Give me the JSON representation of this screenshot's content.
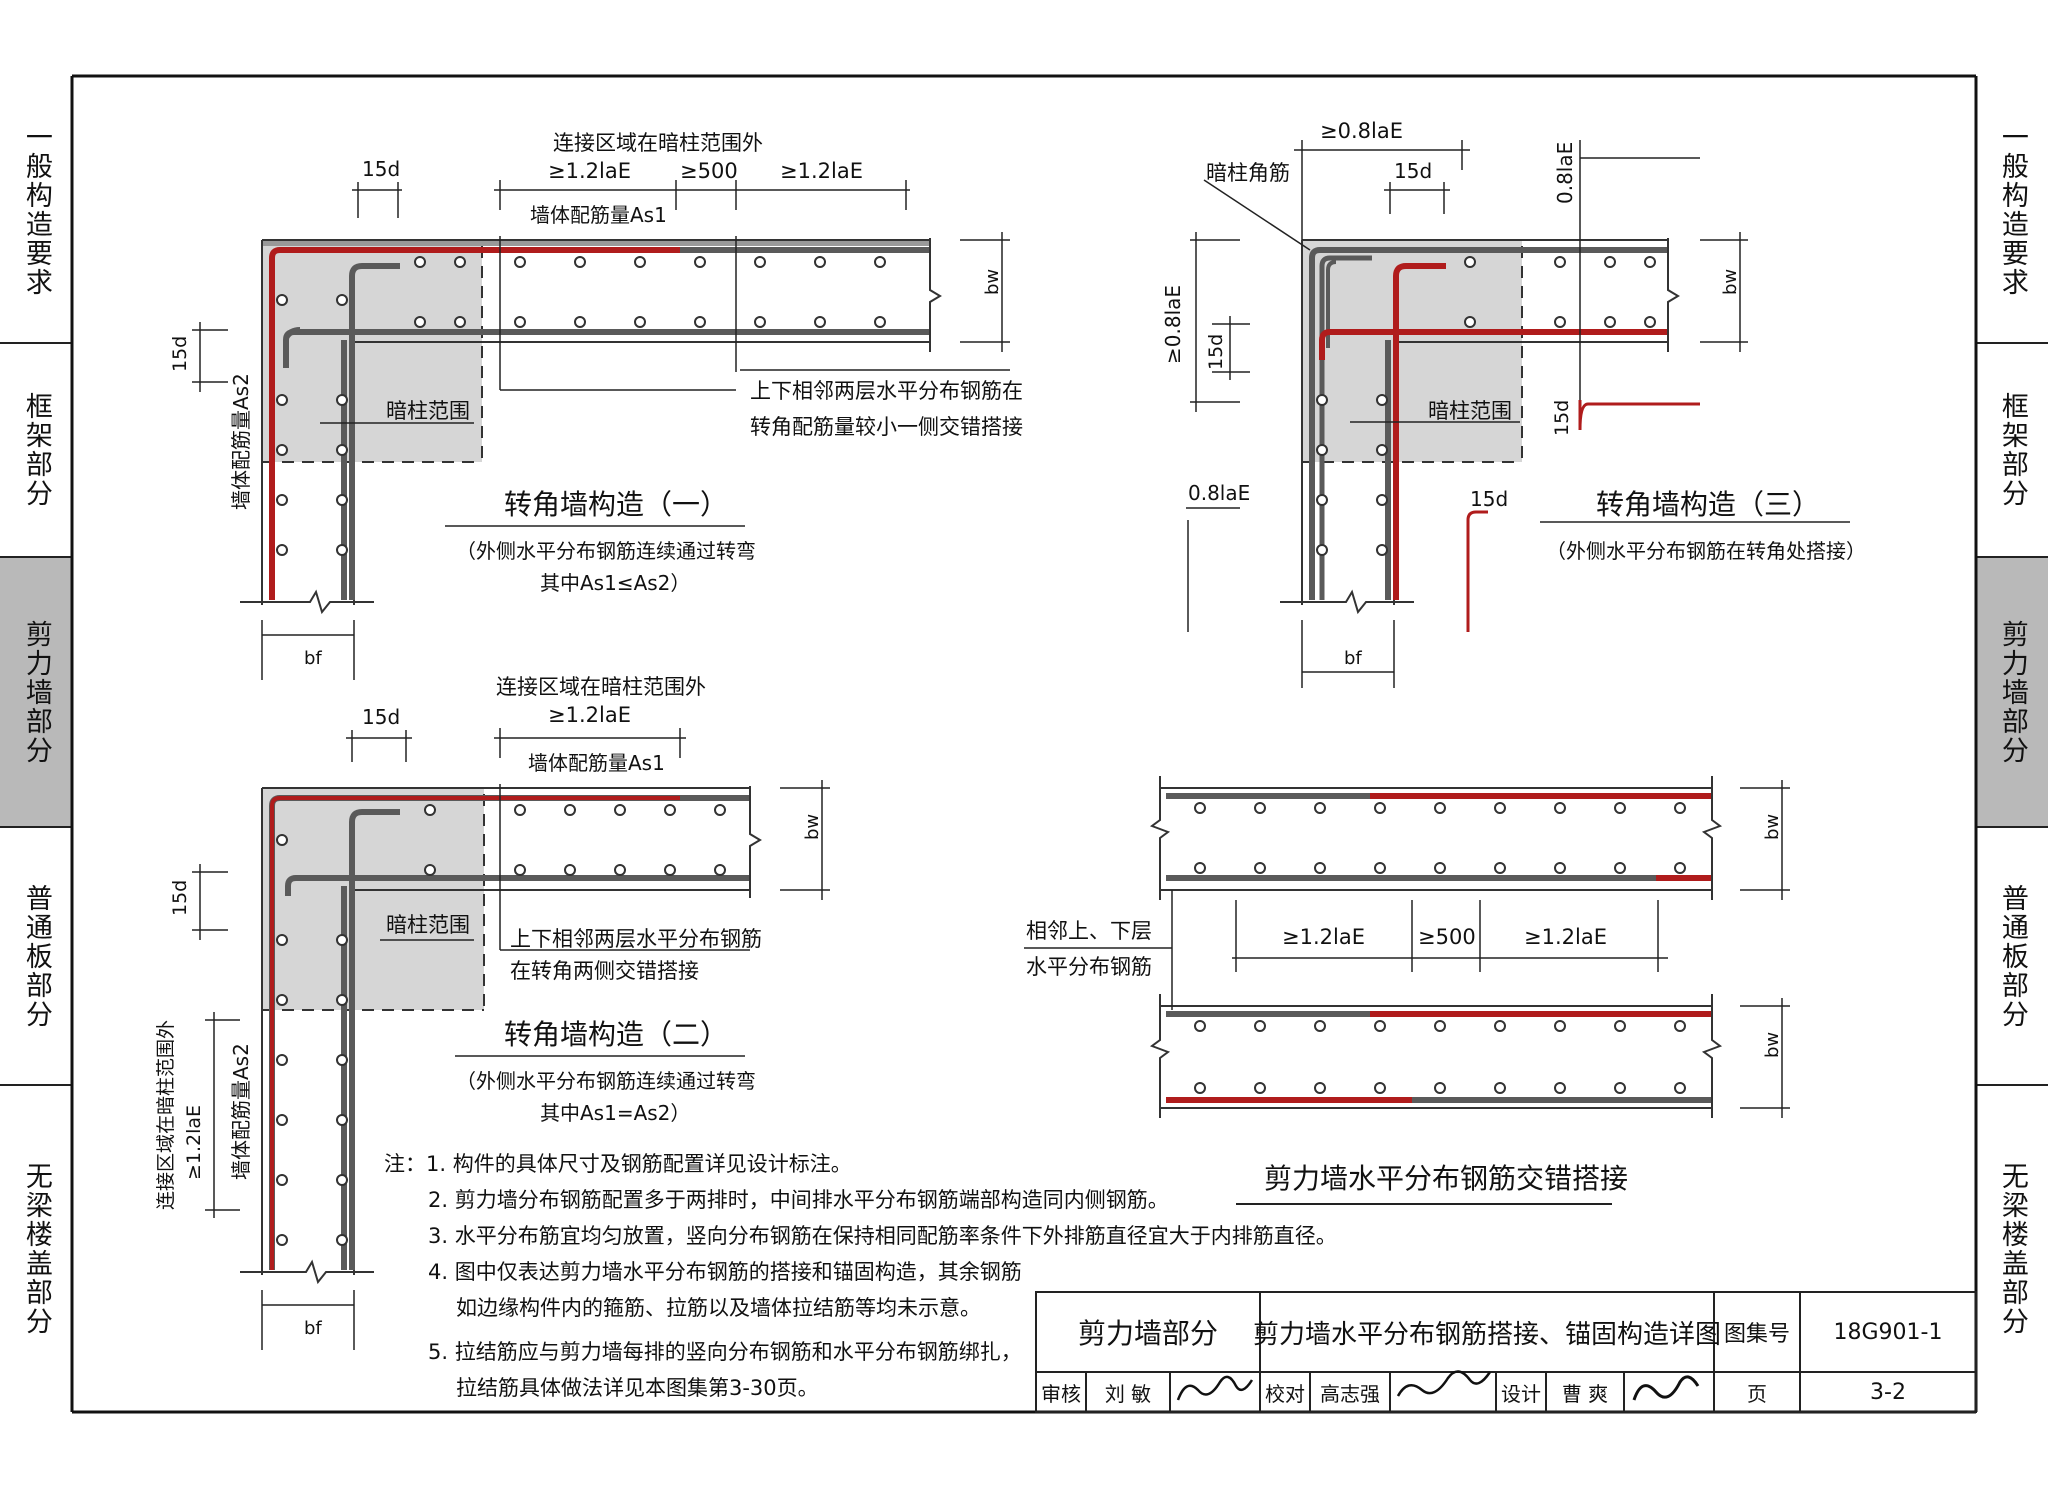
{
  "side_tabs": [
    {
      "label": "一般构造要求",
      "active": false
    },
    {
      "label": "框架部分",
      "active": false
    },
    {
      "label": "剪力墙部分",
      "active": true
    },
    {
      "label": "普通板部分",
      "active": false
    },
    {
      "label": "无梁楼盖部分",
      "active": false
    }
  ],
  "colors": {
    "rebar_red": "#b01c1c",
    "rebar_gray": "#5a5a5a",
    "column_shade": "#d6d6d6",
    "tab_active": "#b9b9b9"
  },
  "fig1": {
    "title": "转角墙构造（一）",
    "sub1": "（外侧水平分布钢筋连续通过转弯",
    "sub2": "其中As1≤As2）",
    "zone_note": "连接区域在暗柱范围外",
    "dim_lap1": "≥1.2laE",
    "dim_gap": "≥500",
    "dim_lap2": "≥1.2laE",
    "dim_15d_top": "15d",
    "dim_15d_left": "15d",
    "label_as1": "墙体配筋量As1",
    "label_as2": "墙体配筋量As2",
    "label_column": "暗柱范围",
    "label_stagger1": "上下相邻两层水平分布钢筋在",
    "label_stagger2": "转角配筋量较小一侧交错搭接",
    "dim_bw": "bw",
    "dim_bf": "bf"
  },
  "fig2": {
    "title": "转角墙构造（二）",
    "sub1": "（外侧水平分布钢筋连续通过转弯",
    "sub2": "其中As1=As2）",
    "zone_note": "连接区域在暗柱范围外",
    "dim_lap": "≥1.2laE",
    "dim_15d_top": "15d",
    "dim_15d_left": "15d",
    "label_as1": "墙体配筋量As1",
    "label_as2": "墙体配筋量As2",
    "label_column": "暗柱范围",
    "label_stagger1": "上下相邻两层水平分布钢筋",
    "label_stagger2": "在转角两侧交错搭接",
    "label_vzone": "连接区域在暗柱范围外",
    "label_vlap": "≥1.2laE",
    "dim_bw": "bw",
    "dim_bf": "bf"
  },
  "fig3": {
    "title": "转角墙构造（三）",
    "sub1": "（外侧水平分布钢筋在转角处搭接）",
    "dim_top": "≥0.8laE",
    "dim_15d_top": "15d",
    "dim_left": "≥0.8laE",
    "dim_15d_left": "15d",
    "label_corner": "暗柱角筋",
    "label_column": "暗柱范围",
    "detail_08": "0.8laE",
    "detail_15d_a": "15d",
    "detail_08_b": "0.8laE",
    "detail_15d_b": "15d",
    "dim_bw": "bw",
    "dim_bf": "bf"
  },
  "fig4": {
    "title": "剪力墙水平分布钢筋交错搭接",
    "label1": "相邻上、下层",
    "label2": "水平分布钢筋",
    "dim_lap1": "≥1.2laE",
    "dim_gap": "≥500",
    "dim_lap2": "≥1.2laE",
    "dim_bw1": "bw",
    "dim_bw2": "bw"
  },
  "notes": [
    "注：1. 构件的具体尺寸及钢筋配置详见设计标注。",
    "2. 剪力墙分布钢筋配置多于两排时，中间排水平分布钢筋端部构造同内侧钢筋。",
    "3. 水平分布筋宜均匀放置，竖向分布钢筋在保持相同配筋率条件下外排筋直径宜大于内排筋直径。",
    "4. 图中仅表达剪力墙水平分布钢筋的搭接和锚固构造，其余钢筋",
    "如边缘构件内的箍筋、拉筋以及墙体拉结筋等均未示意。",
    "5. 拉结筋应与剪力墙每排的竖向分布钢筋和水平分布钢筋绑扎，",
    "拉结筋具体做法详见本图集第3-30页。"
  ],
  "title_block": {
    "section": "剪力墙部分",
    "drawing_title": "剪力墙水平分布钢筋搭接、锚固构造详图",
    "atlas_label": "图集号",
    "atlas_no": "18G901-1",
    "review_label": "审核",
    "reviewer": "刘 敏",
    "check_label": "校对",
    "checker": "高志强",
    "design_label": "设计",
    "designer": "曹 爽",
    "page_label": "页",
    "page_no": "3-2"
  }
}
